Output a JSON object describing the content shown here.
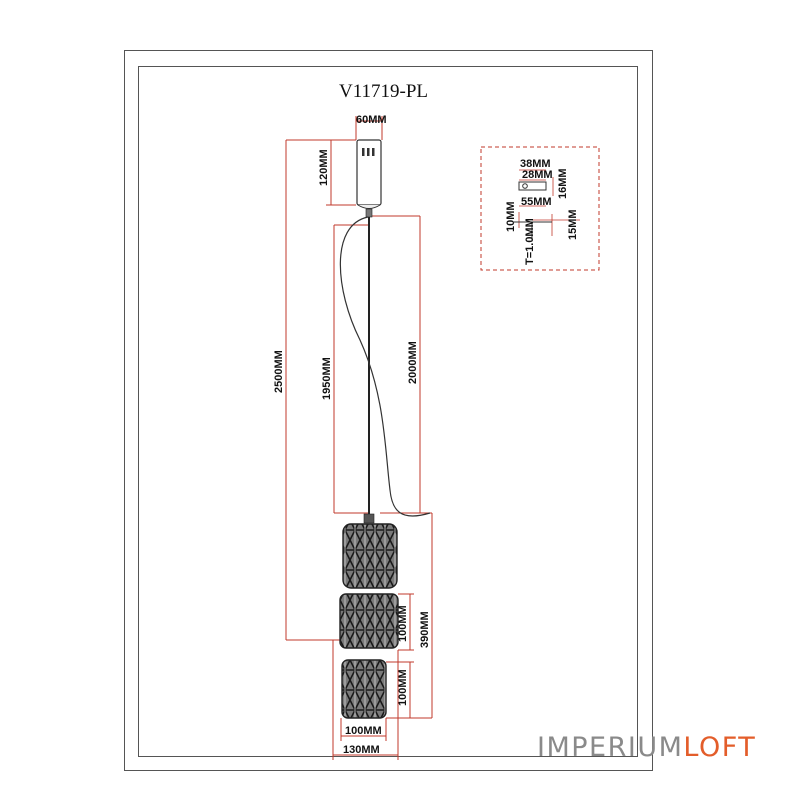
{
  "model_code": "V11719-PL",
  "dimensions": {
    "canopy_width": "60MM",
    "canopy_height": "120MM",
    "total_height": "2500MM",
    "rod_length": "1950MM",
    "cable_length": "2000MM",
    "module_height_mid": "100MM",
    "module_height_bottom": "100MM",
    "shades_height": "390MM",
    "shade_inner_width": "100MM",
    "shade_outer_width": "130MM"
  },
  "detail": {
    "d1": "38MM",
    "d2": "28MM",
    "d3": "16MM",
    "d4": "55MM",
    "d5": "10MM",
    "d6": "T=1.0MM",
    "d7": "15MM"
  },
  "watermark": {
    "part1": "IMPERIUM",
    "part2": "LOFT"
  },
  "colors": {
    "dimension_line": "#c0392b",
    "drawing_line": "#222222",
    "watermark_grey": "#8a8a8a",
    "watermark_accent": "#e35d2a"
  }
}
